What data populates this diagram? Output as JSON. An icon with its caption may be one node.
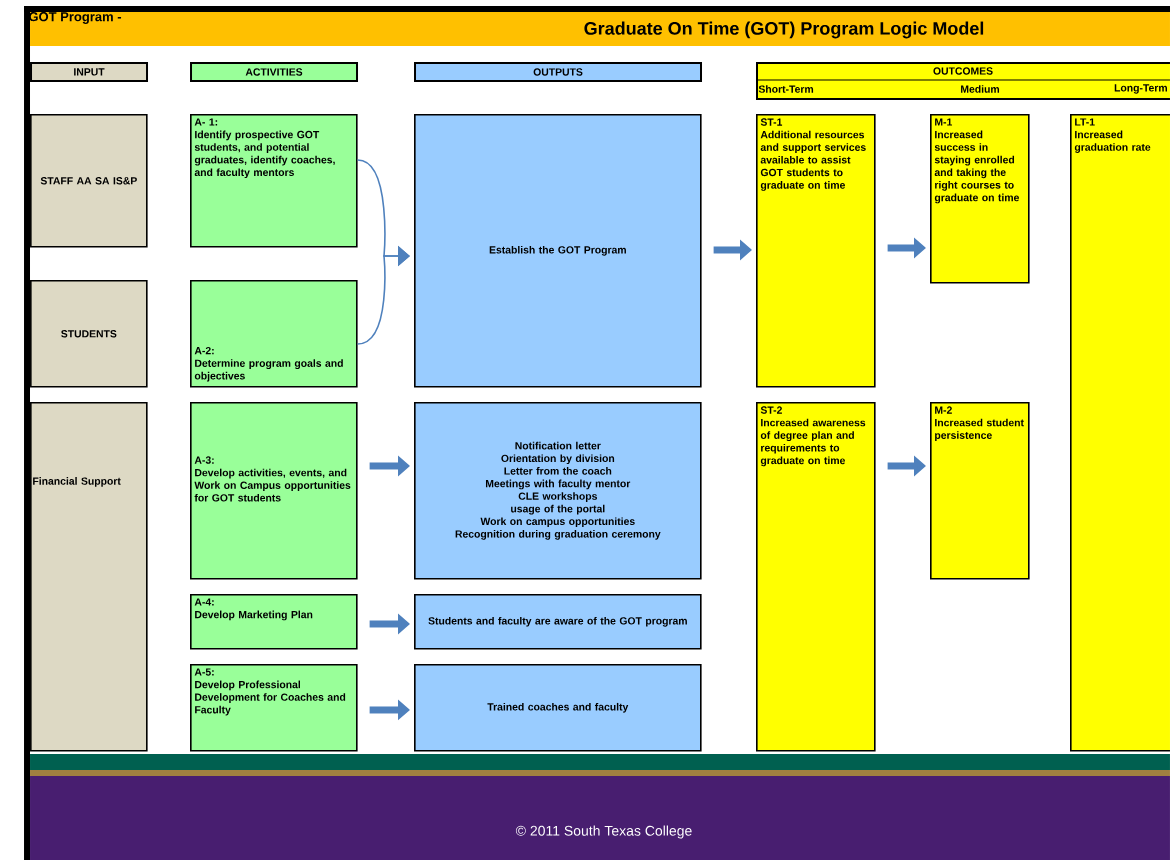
{
  "diagram": {
    "title": "Graduate On Time (GOT) Program Logic Model",
    "nodes": [
      {
        "text": [
          "INPUT"
        ]
      },
      {
        "text": [
          "ACTIVITIES"
        ]
      },
      {
        "text": [
          "OUTPUTS"
        ]
      },
      {
        "text": [
          "OUTCOMES",
          "Short-Term",
          "Medium",
          "Long-Term"
        ]
      },
      {
        "text": [
          "STAFF AA SA IS&P"
        ]
      },
      {
        "text": [
          "STUDENTS"
        ]
      },
      {
        "text": [
          "Financial Support"
        ]
      },
      {
        "text": [
          "A- 1:",
          "Identify prospective GOT students, and potential graduates, identify coaches, and faculty mentors"
        ]
      },
      {
        "text": [
          "A-2:",
          "Determine program goals and objectives"
        ]
      },
      {
        "text": [
          "A-3:",
          "Develop activities, events, and Work on Campus opportunities for GOT students"
        ]
      },
      {
        "text": [
          "A-4:",
          "Develop Marketing Plan"
        ]
      },
      {
        "text": [
          "A-5:",
          "Develop Professional Development for Coaches and Faculty"
        ]
      },
      {
        "text": [
          "Establish the GOT Program"
        ]
      },
      {
        "text": [
          "Notification letter",
          "Orientation by division",
          "Letter from the coach",
          "Meetings with faculty mentor",
          "CLE workshops",
          "usage of the portal",
          "Work on campus opportunities",
          "Recognition during graduation ceremony"
        ]
      },
      {
        "text": [
          "Students and faculty are aware of the GOT program"
        ]
      },
      {
        "text": [
          "Trained coaches and faculty"
        ]
      },
      {
        "text": [
          "ST-1",
          "Additional resources and support services available to assist GOT students to graduate on time"
        ]
      },
      {
        "text": [
          "ST-2",
          "Increased awareness of degree plan and requirements to graduate on time"
        ]
      },
      {
        "text": [
          "M-1",
          "Increased success in staying enrolled and taking the right courses to graduate on time"
        ]
      },
      {
        "text": [
          "M-2",
          "Increased student persistence"
        ]
      },
      {
        "text": [
          "LT-1",
          "Increased graduation rate"
        ]
      }
    ],
    "edges": [
      {
        "from": 7,
        "to": 12,
        "arrow": "to"
      },
      {
        "from": 8,
        "to": 12,
        "arrow": "to"
      },
      {
        "from": 12,
        "to": 16,
        "arrow": "to"
      },
      {
        "from": 16,
        "to": 18,
        "arrow": "to"
      },
      {
        "from": 9,
        "to": 13,
        "arrow": "to"
      },
      {
        "from": 17,
        "to": 19,
        "arrow": "to"
      },
      {
        "from": 10,
        "to": 14,
        "arrow": "to"
      },
      {
        "from": 11,
        "to": 15,
        "arrow": "to"
      }
    ],
    "labels": [
      "GOT Program -",
      "© 2011 South Texas College"
    ]
  }
}
